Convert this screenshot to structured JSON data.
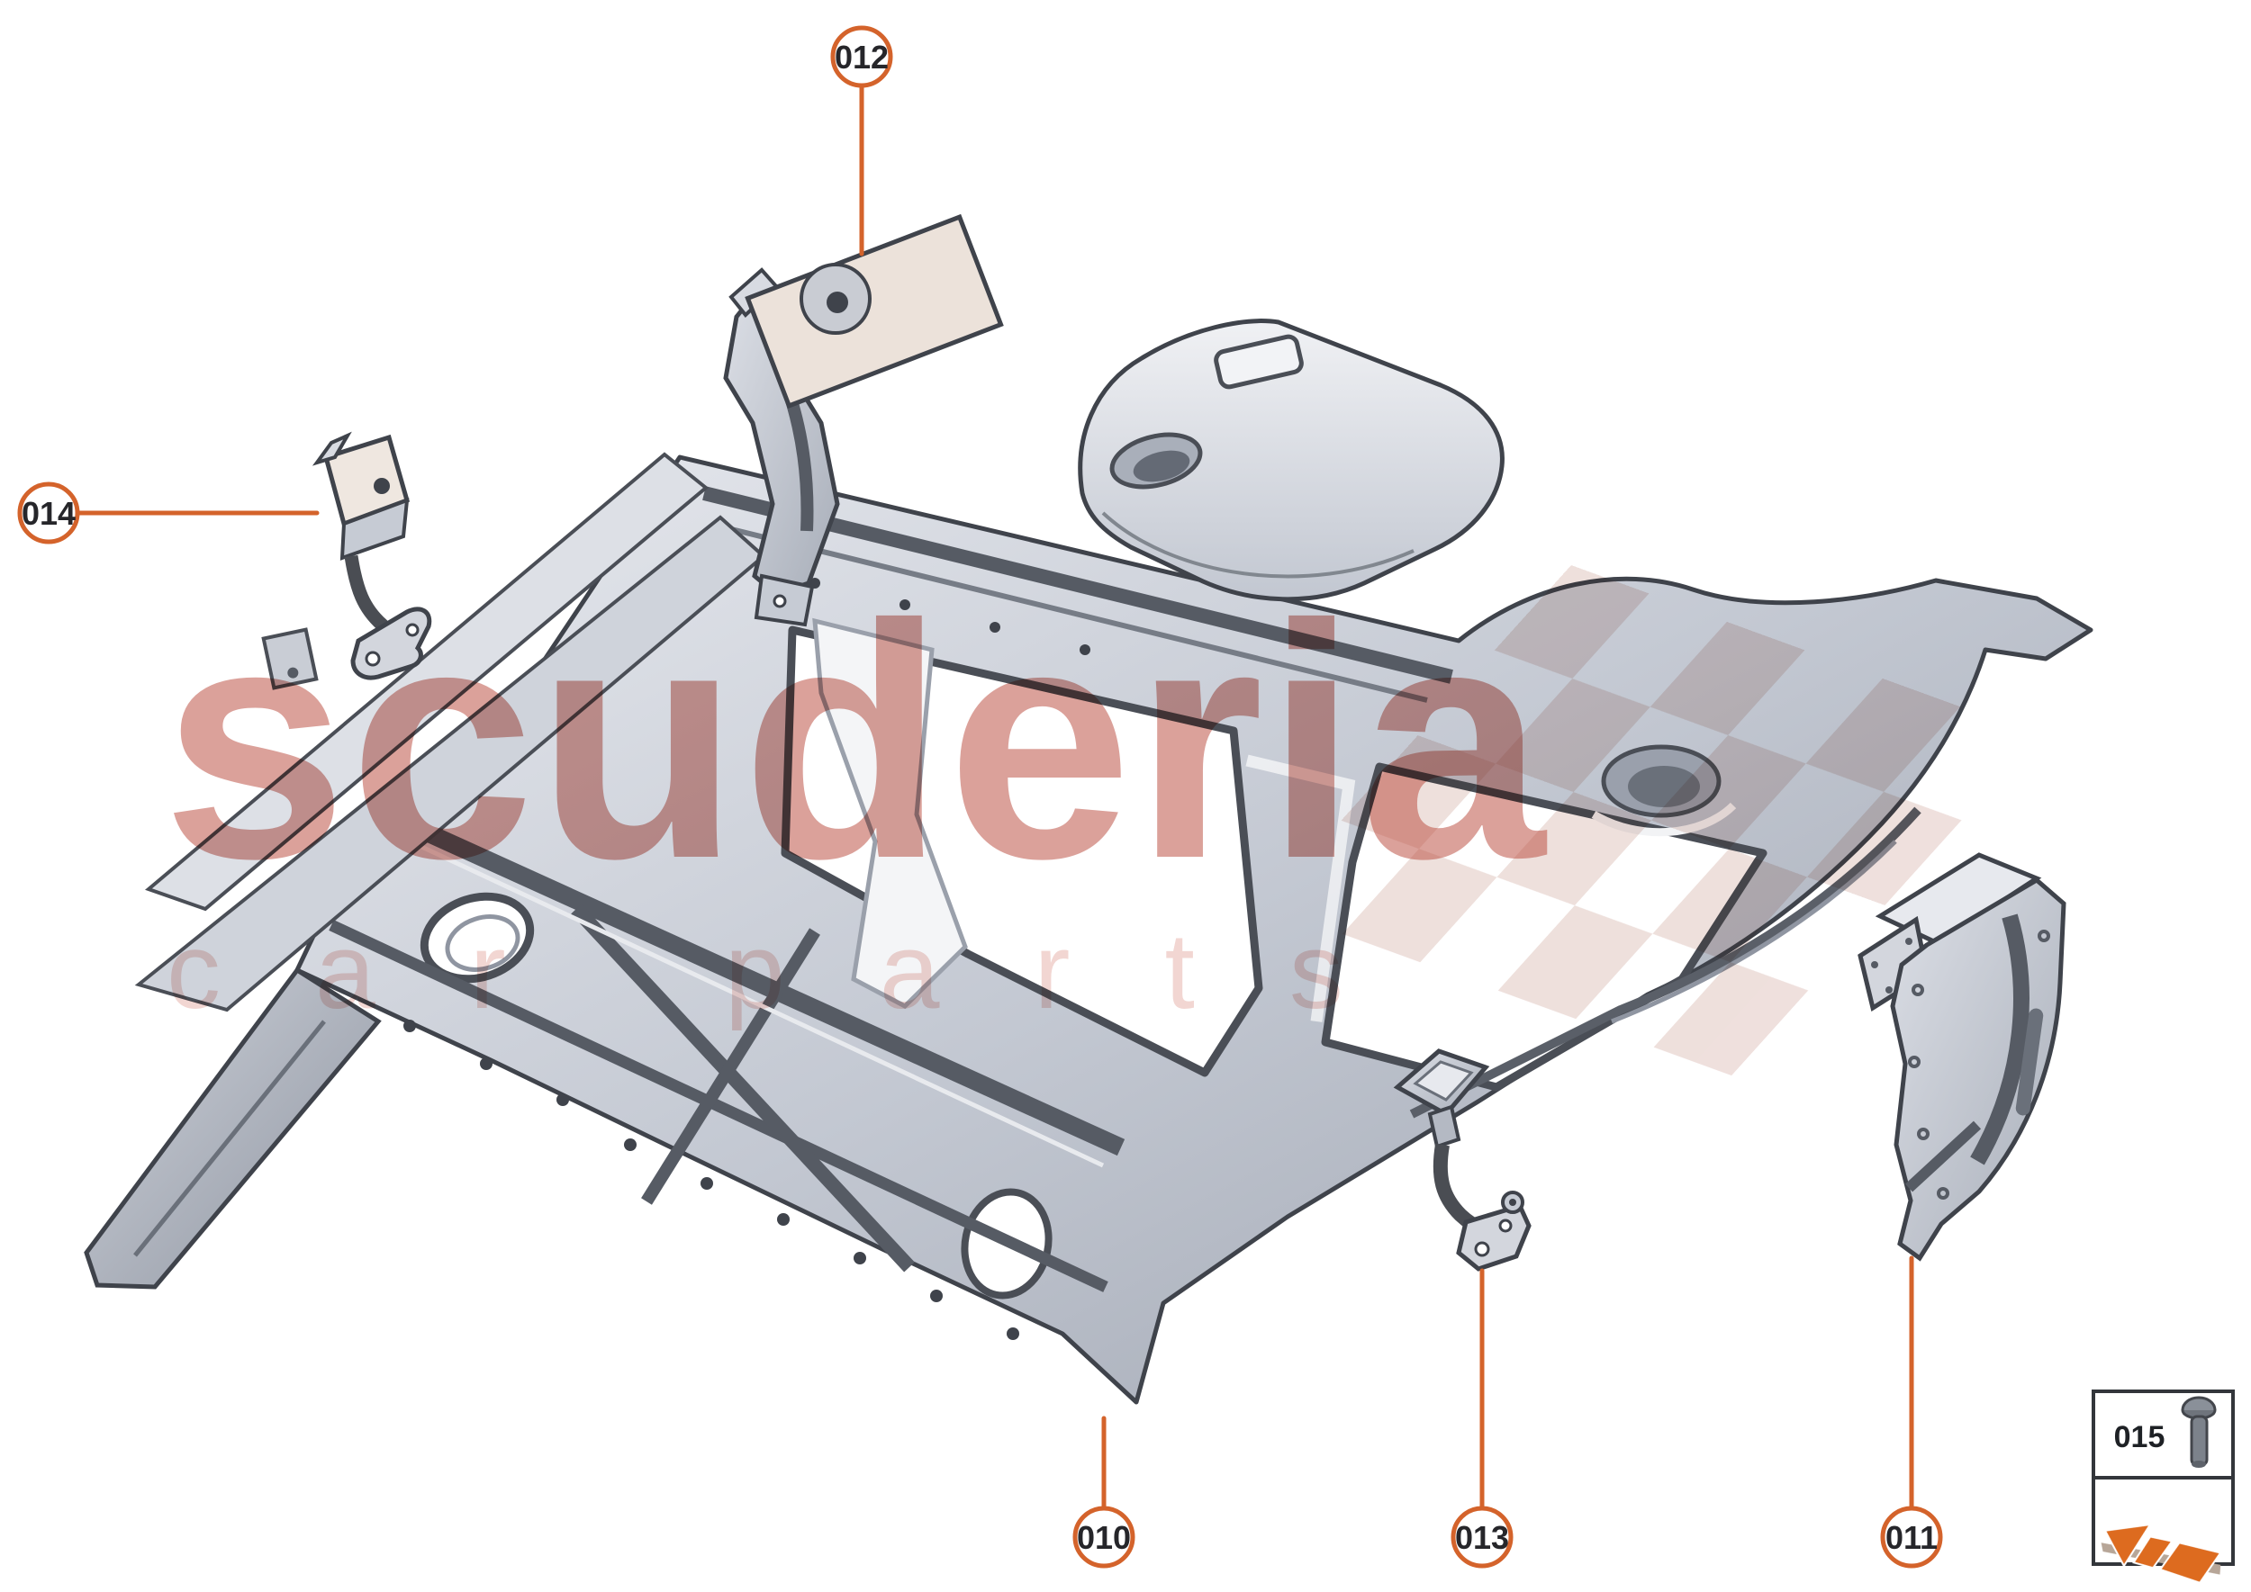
{
  "diagram": {
    "kind": "exploded-parts-diagram",
    "subject": "vehicle roof frame and bulkhead assembly with detached brackets"
  },
  "watermark": {
    "brand": "scuderia",
    "tagline": "car parts",
    "brand_color": "#b84437",
    "tagline_color": "#dd9488",
    "checker_color": "#e9d6d1"
  },
  "colors": {
    "callout_orange": "#d4632b",
    "arrow_orange": "#dd6b1f",
    "arrow_shadow_tan": "#b7a698",
    "outline_dark": "#3f434b",
    "metal_light": "#d8dbe2",
    "metal_mid": "#b4b9c3",
    "metal_dark": "#8f95a1",
    "plate_cream": "#ece2da"
  },
  "callouts": {
    "top": {
      "label": "012"
    },
    "left": {
      "label": "014"
    },
    "bottom_left": {
      "label": "010"
    },
    "bottom_center": {
      "label": "013"
    },
    "bottom_right": {
      "label": "011"
    }
  },
  "legend": {
    "fastener_label": "015",
    "fastener_icon": "bolt-icon",
    "direction_icon": "exploded-view-arrow-icon"
  }
}
